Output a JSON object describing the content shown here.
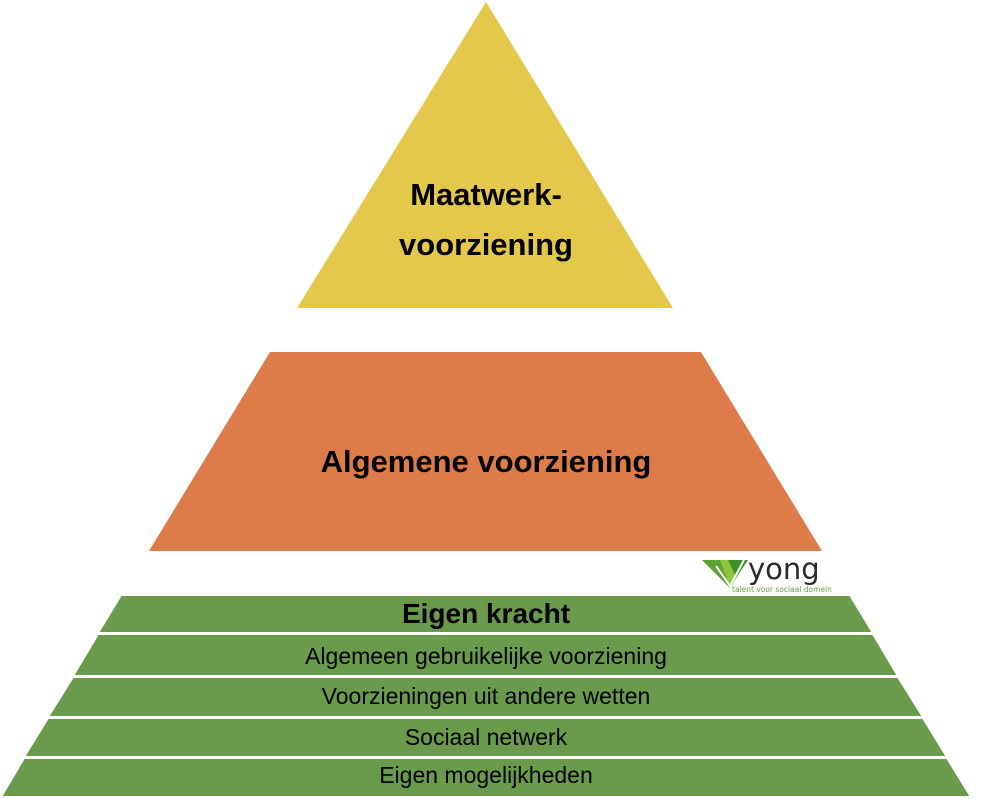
{
  "pyramid": {
    "top": {
      "line1": "Maatwerk-",
      "line2": "voorziening",
      "color": "#E3C84B"
    },
    "middle": {
      "label": "Algemene voorziening",
      "color": "#DD7C4A"
    },
    "bottom": {
      "title": "Eigen kracht",
      "color": "#6A9A4B",
      "layers": [
        "Algemeen gebruikelijke voorziening",
        "Voorzieningen uit andere wetten",
        "Sociaal netwerk",
        "Eigen mogelijkheden"
      ]
    }
  },
  "logo": {
    "name": "yong",
    "tagline": "talent voor sociaal domein",
    "icon": "green-gem-v-icon",
    "color": "#5BA331"
  }
}
